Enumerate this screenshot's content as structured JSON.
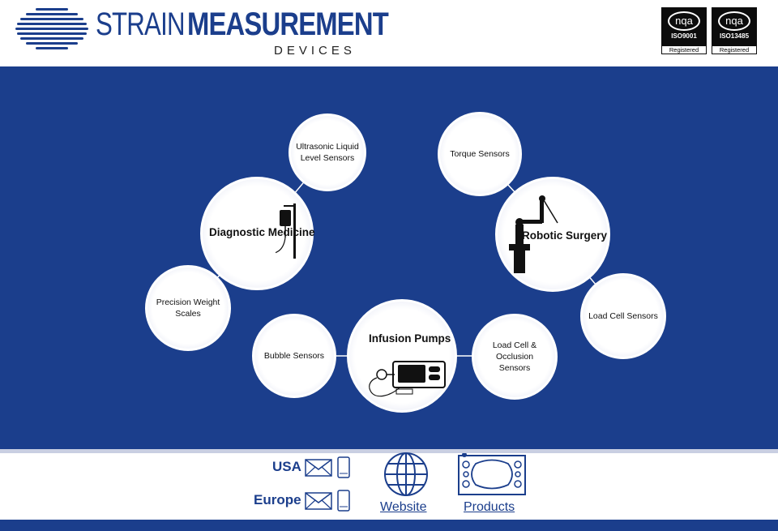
{
  "header": {
    "brand_thin": "STRAIN",
    "brand_bold": "MEASUREMENT",
    "brand_sub": "DEVICES",
    "badges": [
      {
        "mark": "nqa",
        "standard": "ISO9001",
        "status": "Registered"
      },
      {
        "mark": "nqa",
        "standard": "ISO13485",
        "status": "Registered"
      }
    ]
  },
  "hubs": {
    "diagnostic": "Diagnostic Medicine",
    "robotic": "Robotic Surgery",
    "infusion": "Infusion Pumps"
  },
  "sensors": {
    "ultrasonic": "Ultrasonic Liquid Level Sensors",
    "precision": "Precision Weight Scales",
    "torque": "Torque Sensors",
    "loadcell": "Load Cell Sensors",
    "bubble": "Bubble Sensors",
    "occlusion": "Load Cell & Occlusion Sensors"
  },
  "footer": {
    "usa": "USA",
    "europe": "Europe",
    "website": "Website",
    "products": "Products"
  },
  "colors": {
    "brand_blue": "#1b3e8c",
    "white": "#ffffff"
  },
  "icons": [
    "logo-icon",
    "iv-bag-icon",
    "robot-arm-icon",
    "infusion-pump-icon",
    "mail-icon",
    "phone-icon",
    "globe-icon",
    "product-icon"
  ]
}
